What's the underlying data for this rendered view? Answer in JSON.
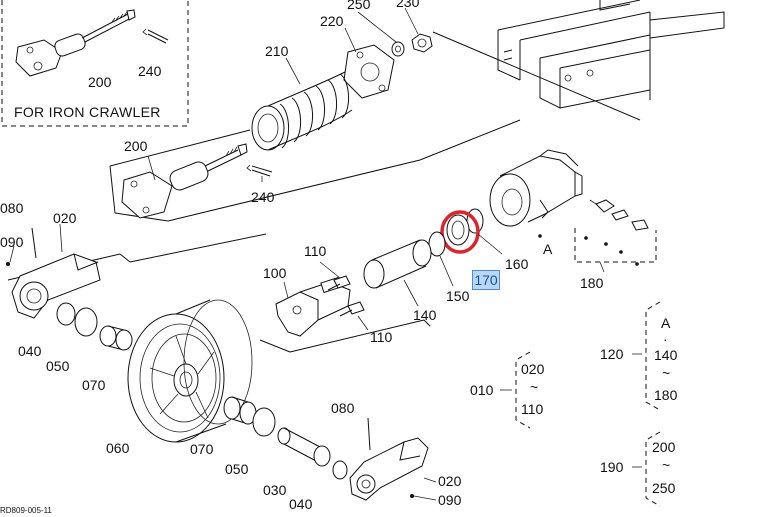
{
  "inset": {
    "title": "FOR IRON CRAWLER",
    "labels": [
      "200",
      "240"
    ]
  },
  "parts": {
    "p250": "250",
    "p230": "230",
    "p220": "220",
    "p210": "210",
    "p200": "200",
    "p240": "240",
    "p080a": "080",
    "p020a": "020",
    "p090a": "090",
    "p110a": "110",
    "p100": "100",
    "p110b": "110",
    "p140": "140",
    "p150": "150",
    "p160": "160",
    "p170": "170",
    "p180": "180",
    "pA": "A",
    "p040a": "040",
    "p050a": "050",
    "p070a": "070",
    "p060": "060",
    "p070b": "070",
    "p050b": "050",
    "p080b": "080",
    "p030": "030",
    "p040b": "040",
    "p020b": "020",
    "p090b": "090"
  },
  "groups": {
    "g010": {
      "label": "010",
      "top": "020",
      "tilde": "~",
      "bottom": "110"
    },
    "g120": {
      "label": "120",
      "top": "A",
      "dot": "·",
      "mid": "140",
      "tilde": "~",
      "bottom": "180"
    },
    "g190": {
      "label": "190",
      "top": "200",
      "tilde": "~",
      "bottom": "250"
    }
  },
  "drawing_code": "RD809-005-11",
  "highlight": {
    "part": "170",
    "color": "#d9262b"
  }
}
